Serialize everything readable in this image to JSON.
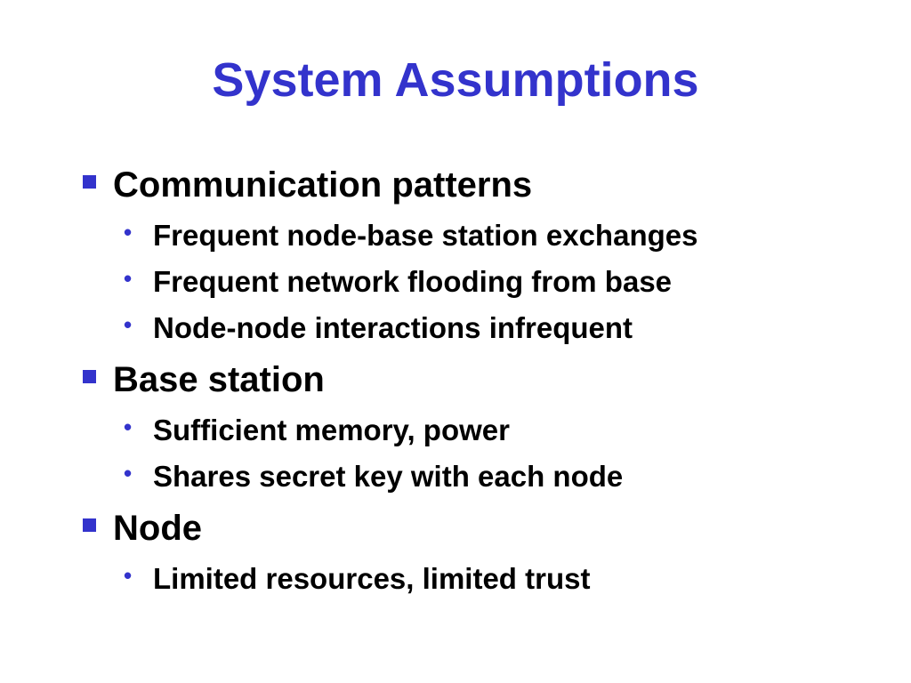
{
  "title": "System Assumptions",
  "colors": {
    "title": "#3333cc",
    "bullet": "#3333cc",
    "text": "#000000",
    "background": "#ffffff"
  },
  "bullets": [
    {
      "label": "Communication patterns",
      "subitems": [
        "Frequent node-base station exchanges",
        "Frequent network flooding from base",
        "Node-node interactions infrequent"
      ]
    },
    {
      "label": "Base station",
      "subitems": [
        "Sufficient memory, power",
        "Shares secret key with each node"
      ]
    },
    {
      "label": "Node",
      "subitems": [
        "Limited resources, limited trust"
      ]
    }
  ],
  "icons": {
    "level1_bullet": "square-bullet-icon",
    "level2_bullet": "round-bullet-icon",
    "level2_glyph": "•"
  }
}
